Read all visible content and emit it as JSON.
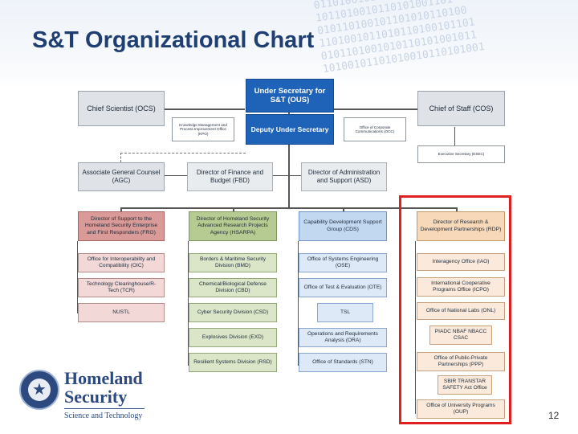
{
  "slide": {
    "title": "S&T Organizational Chart",
    "page_number": "12",
    "binary_texture": "0110100101001101001\n1011010010110101001101\n010110100101101010110100\n1101001011010110100101101\n0101101001010110101001011\n10100101101010010110101001"
  },
  "logo": {
    "line1": "Homeland",
    "line2": "Security",
    "line3": "Science and Technology"
  },
  "org": {
    "top": {
      "ous": "Under Secretary for S&T (OUS)",
      "ocs": "Chief Scientist (OCS)",
      "cos": "Chief of Staff (COS)",
      "kmpo": "Knowledge Management and Process Improvement Office (KPO)",
      "occ": "Office of Corporate Communications (OCC)",
      "dus": "Deputy Under Secretary",
      "esec": "Executive Secretary (ESEC)"
    },
    "staff": {
      "agc": "Associate General Counsel (AGC)",
      "fbd": "Director of Finance and Budget (FBD)",
      "asd": "Director of Administration and Support (ASD)"
    },
    "columns": [
      {
        "head": "Director of Support to the Homeland Security Enterprise and First Responders (FRG)",
        "items": [
          "Office for Interoperability and Compatibility (OIC)",
          "Technology Clearinghouse/R-Tech (TCR)",
          "NUSTL"
        ]
      },
      {
        "head": "Director of Homeland Security Advanced Research Projects Agency (HSARPA)",
        "items": [
          "Borders & Maritime Security Division (BMD)",
          "Chemical/Biological Defense Division (CBD)",
          "Cyber Security Division (CSD)",
          "Explosives Division (EXD)",
          "Resilient Systems Division (RSD)"
        ]
      },
      {
        "head": "Capability Development Support Group (CDS)",
        "items": [
          "Office of Systems Engineering (OSE)",
          "Office of Test & Evaluation (OTE)",
          "TSL",
          "Operations and Requirements Analysis (ORA)",
          "Office of Standards (STN)"
        ]
      },
      {
        "head": "Director of Research & Development Partnerships (RDP)",
        "items": [
          "Interagency Office (IAO)",
          "International Cooperative Programs Office (ICPO)",
          "Office of National Labs (ONL)",
          "PIADC NBAF NBACC CSAC",
          "Office of Public-Private Partnerships (PPP)",
          "SBIR TRANSTAR SAFETY Act Office",
          "Office of University Programs (OUP)"
        ]
      }
    ]
  }
}
